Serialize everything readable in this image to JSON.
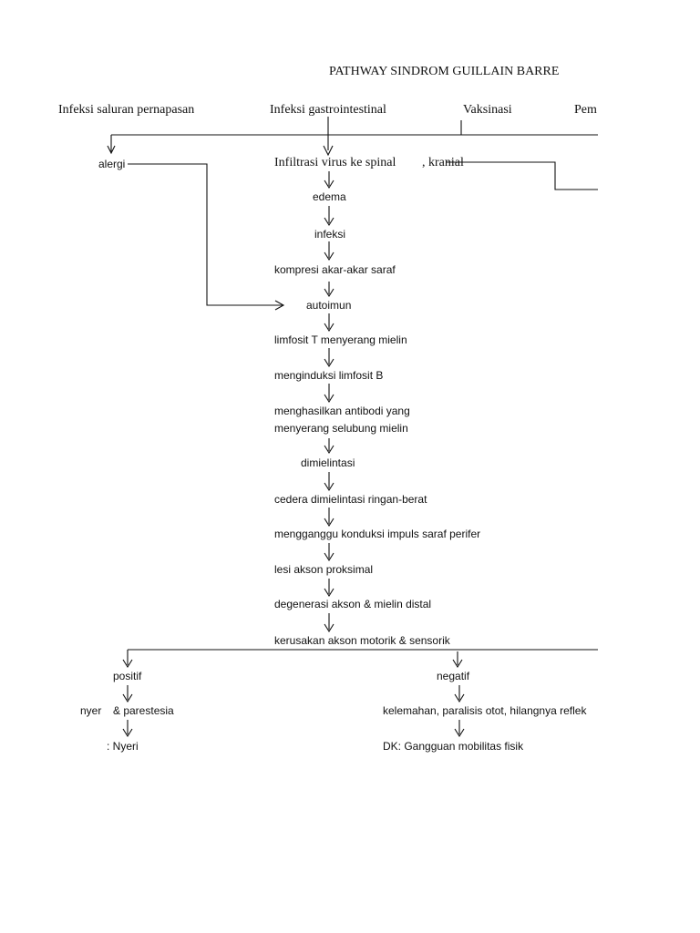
{
  "title": "PATHWAY SINDROM GUILLAIN BARRE",
  "causes": {
    "resp": "Infeksi saluran pernapasan",
    "gi": "Infeksi gastrointestinal",
    "vacc": "Vaksinasi",
    "pem": "Pem"
  },
  "alergi": "alergi",
  "infiltrasi": "Infiltrasi virus ke spinal",
  "kranial": ", kranial",
  "chain": [
    "edema",
    "infeksi",
    "kompresi akar-akar saraf",
    "autoimun",
    "limfosit T menyerang mielin",
    "menginduksi limfosit B",
    "menghasilkan antibodi yang",
    "menyerang selubung mielin",
    "dimielintasi",
    "cedera dimielintasi ringan-berat",
    "mengganggu konduksi impuls saraf perifer",
    "lesi akson proksimal",
    "degenerasi akson & mielin distal",
    "kerusakan akson motorik & sensorik"
  ],
  "left_branch": [
    "positif",
    "nyer",
    "& parestesia",
    ": Nyeri"
  ],
  "right_branch": [
    "negatif",
    "kelemahan, paralisis otot, hilangnya reflek",
    "DK: Gangguan mobilitas fisik"
  ]
}
